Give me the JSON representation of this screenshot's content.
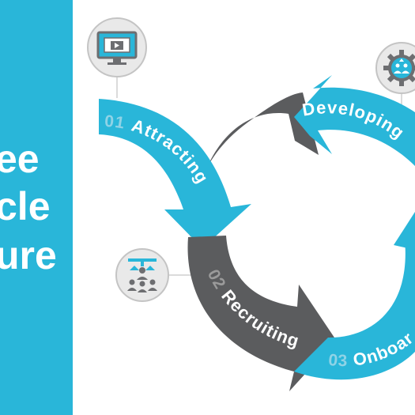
{
  "title": {
    "lines": [
      "ee",
      "cle",
      "ure"
    ]
  },
  "steps": [
    {
      "num": "01",
      "label": "Attracting",
      "icon": "video-monitor-icon"
    },
    {
      "num": "02",
      "label": "Recruiting",
      "icon": "team-hierarchy-icon"
    },
    {
      "num": "03",
      "label": "Onboar",
      "icon": ""
    },
    {
      "num": "",
      "label": "Developing",
      "icon": "gear-people-icon"
    }
  ],
  "colors": {
    "accent": "#29b6d9",
    "dark": "#5b5c5e",
    "light_gray": "#e9e9e9",
    "icon_gray": "#6d6e71"
  }
}
